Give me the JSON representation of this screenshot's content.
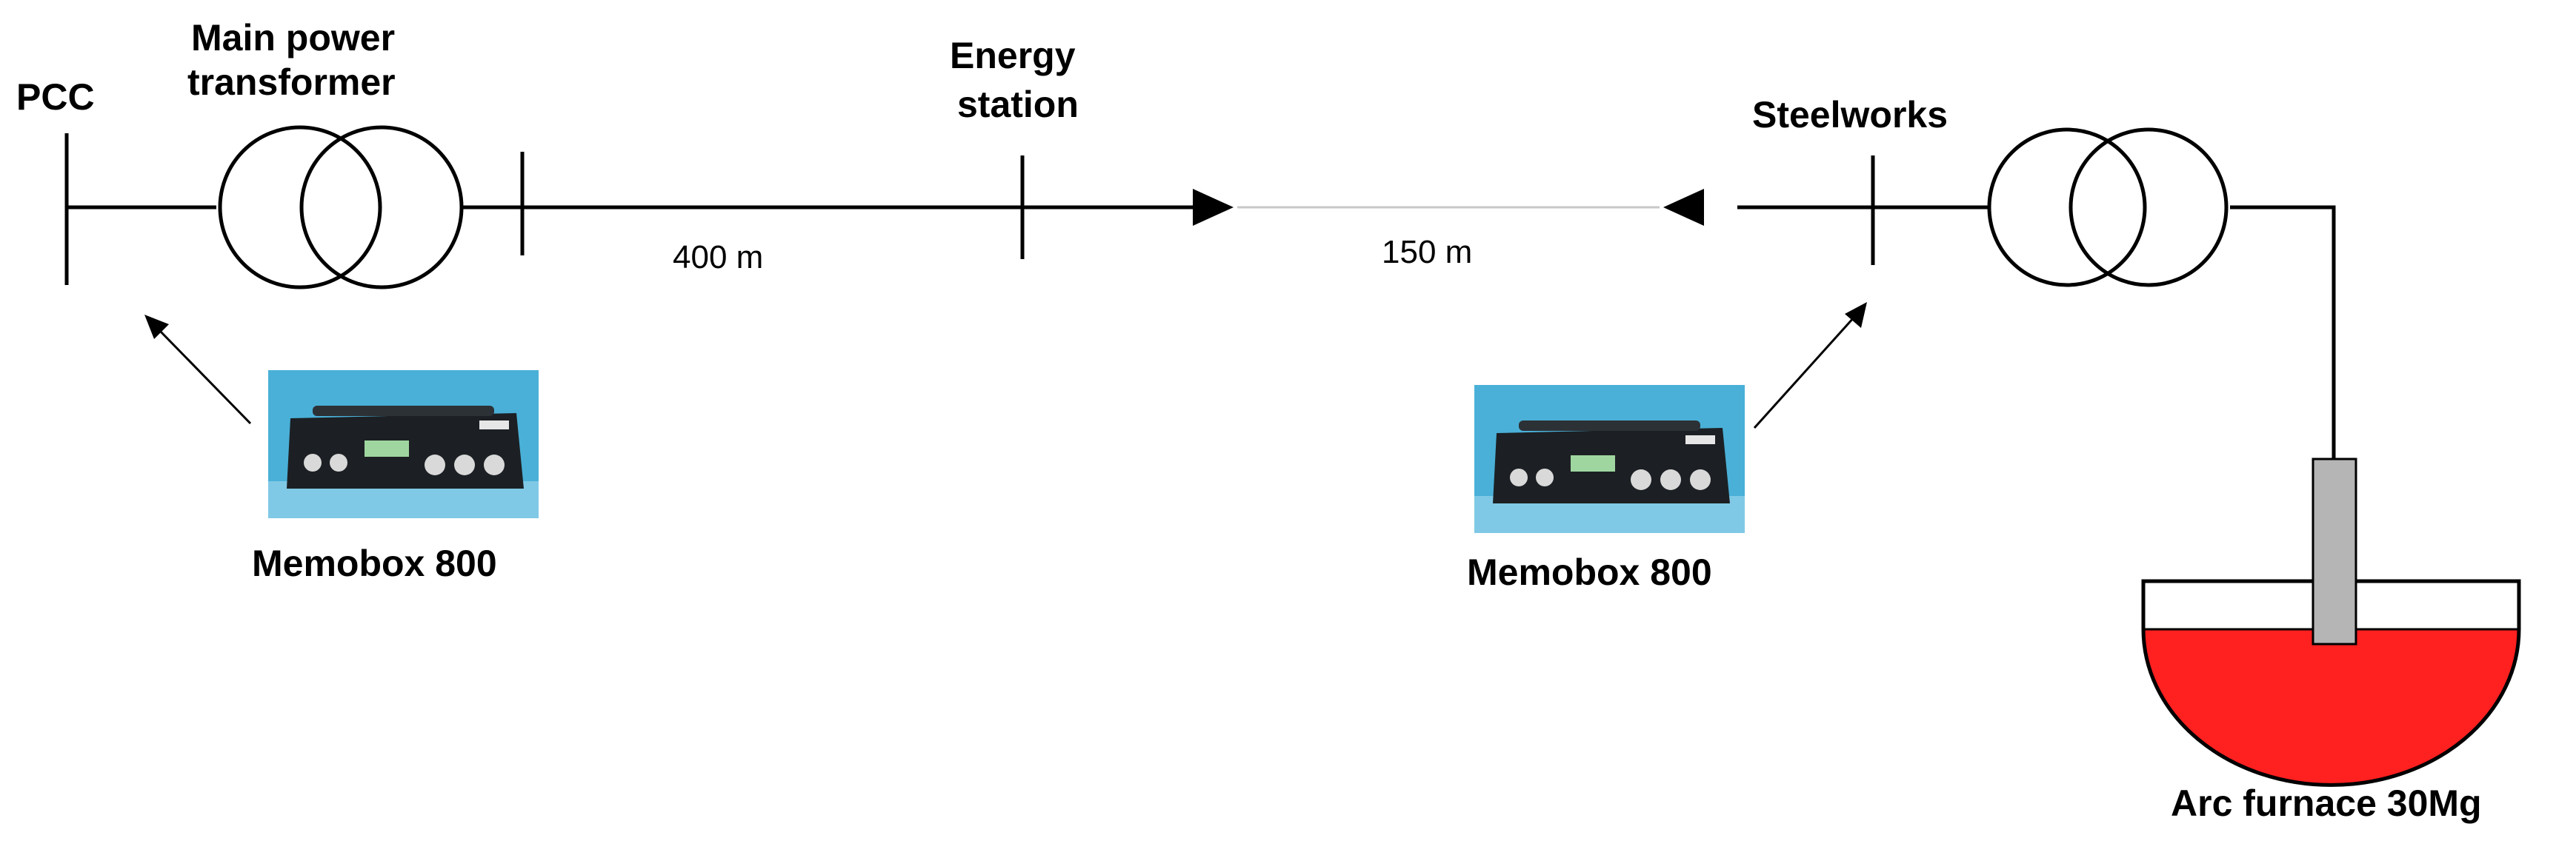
{
  "labels": {
    "pcc": "PCC",
    "main_transformer_line1": "Main power",
    "main_transformer_line2": "transformer",
    "energy_station_line1": "Energy",
    "energy_station_line2": "station",
    "steelworks": "Steelworks",
    "arc_furnace": "Arc furnace 30Mg"
  },
  "distances": {
    "segment1": "400 m",
    "segment2": "150 m"
  },
  "meters": [
    {
      "label": "Memobox 800"
    },
    {
      "label": "Memobox 800"
    }
  ],
  "colors": {
    "line": "#000000",
    "thin_line": "#c8c8c8",
    "melt": "#ff2020",
    "electrode": "#b5b5b5",
    "device_bg": "#4ab0d8",
    "device_body": "#1c2024"
  }
}
